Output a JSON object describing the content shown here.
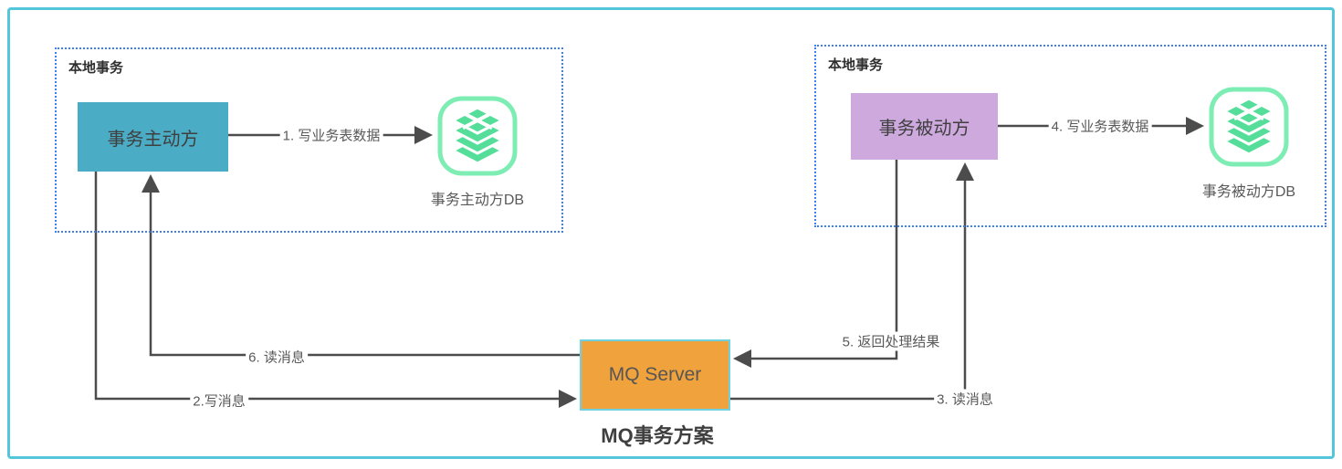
{
  "diagram": {
    "title": "MQ事务方案"
  },
  "groups": {
    "left": {
      "label": "本地事务"
    },
    "right": {
      "label": "本地事务"
    }
  },
  "nodes": {
    "active": {
      "label": "事务主动方"
    },
    "passive": {
      "label": "事务被动方"
    },
    "mq": {
      "label": "MQ Server"
    },
    "active_db": {
      "label": "事务主动方DB"
    },
    "passive_db": {
      "label": "事务被动方DB"
    }
  },
  "edges": {
    "write_business_active": {
      "label": "1. 写业务表数据"
    },
    "write_message": {
      "label": "2.写消息"
    },
    "read_message_passive": {
      "label": "3. 读消息"
    },
    "write_business_passive": {
      "label": "4. 写业务表数据"
    },
    "return_result": {
      "label": "5. 返回处理结果"
    },
    "read_message_active": {
      "label": "6. 读消息"
    }
  },
  "colors": {
    "active_node": "#4BACC6",
    "passive_node": "#CDA9DE",
    "mq_node_fill": "#F0A23C",
    "mq_node_border": "#6FD0E0",
    "group_border": "#3D7EF0",
    "outer_border": "#54C6DB",
    "connector": "#4C4C4C",
    "db_icon_glyph": "#55DD9A",
    "db_icon_outline": "#7DEDB4",
    "edge_label_text": "#595959"
  }
}
